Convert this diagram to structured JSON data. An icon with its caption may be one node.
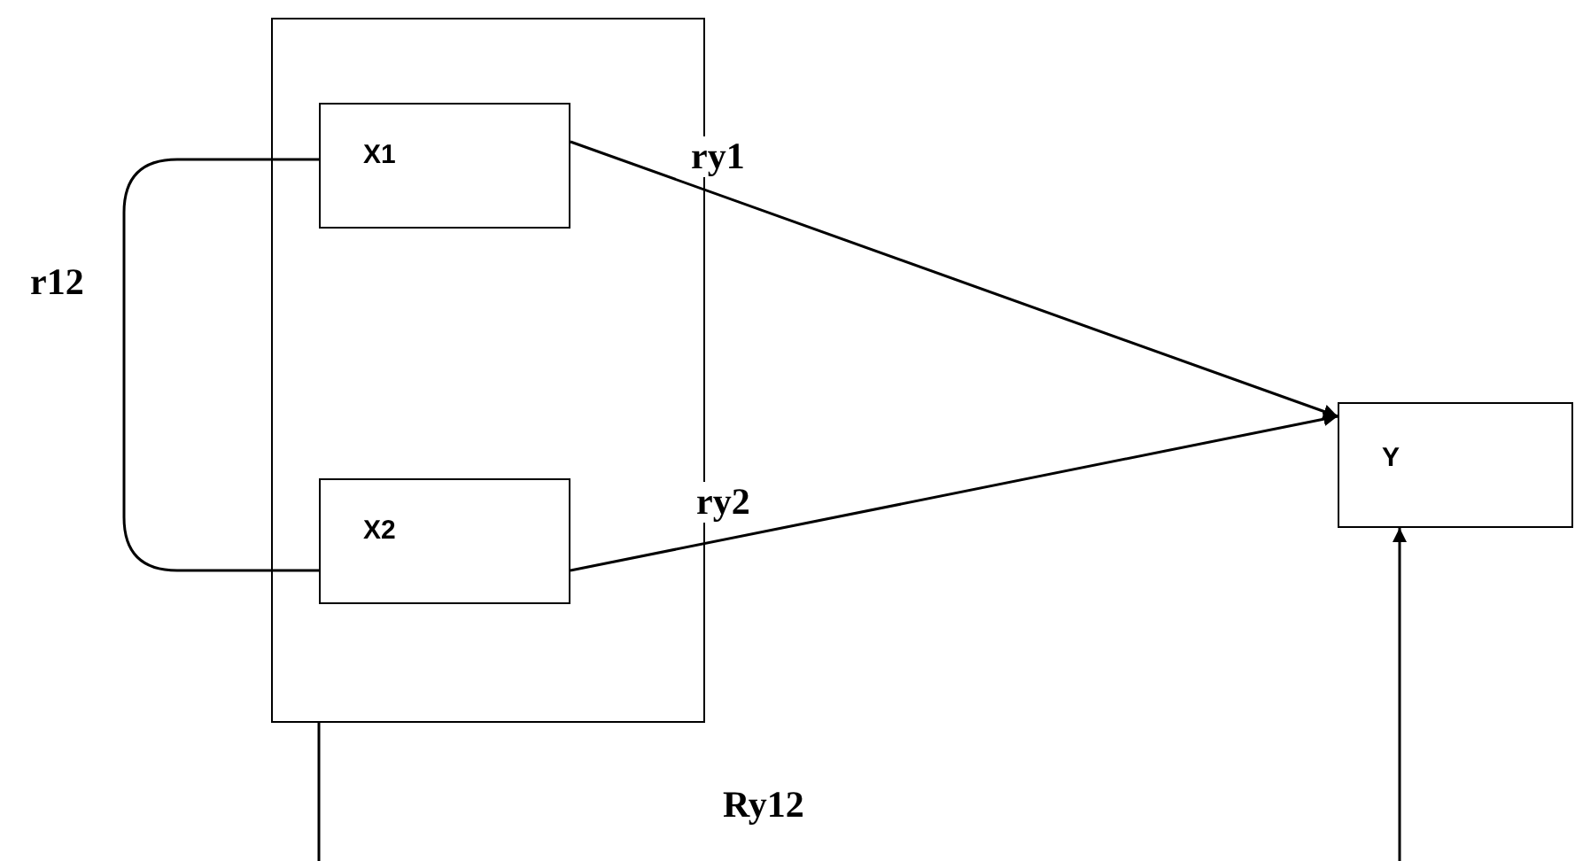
{
  "diagram": {
    "nodes": [
      {
        "text": [],
        "shape": "box"
      },
      {
        "text": [
          "X1"
        ],
        "in": 0
      },
      {
        "text": [
          "X2"
        ],
        "in": 0
      },
      {
        "text": [
          "Y"
        ]
      }
    ],
    "edges": [
      {
        "from": 1,
        "to": 3,
        "arrow": "to",
        "label": "ry1"
      },
      {
        "from": 2,
        "to": 3,
        "arrow": "to",
        "label": "ry2"
      },
      {
        "from": 1,
        "to": 2,
        "arrow": "none",
        "label": "r12"
      },
      {
        "from": 0,
        "to": 3,
        "arrow": "to",
        "label": "Ry12"
      }
    ]
  }
}
